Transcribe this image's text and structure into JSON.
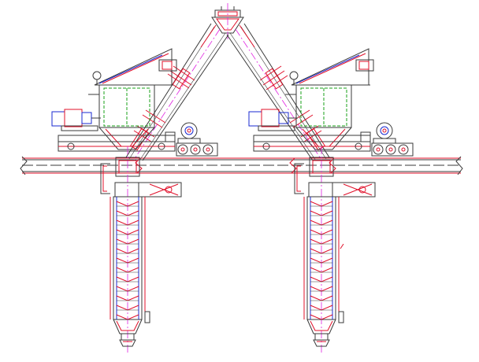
{
  "drawing": {
    "colors": {
      "outline": "#3a3a3a",
      "red": "#e0102a",
      "magenta": "#e020e0",
      "green": "#1aa01a",
      "blue": "#1a2ad0",
      "background": "#ffffff"
    },
    "components": [
      "inlet-hopper",
      "left-inclined-chute",
      "right-inclined-chute",
      "left-bin",
      "right-bin",
      "left-drive-motor",
      "right-drive-motor",
      "left-pulley-group",
      "right-pulley-group",
      "floor-beam",
      "left-loading-spout",
      "right-loading-spout"
    ]
  }
}
